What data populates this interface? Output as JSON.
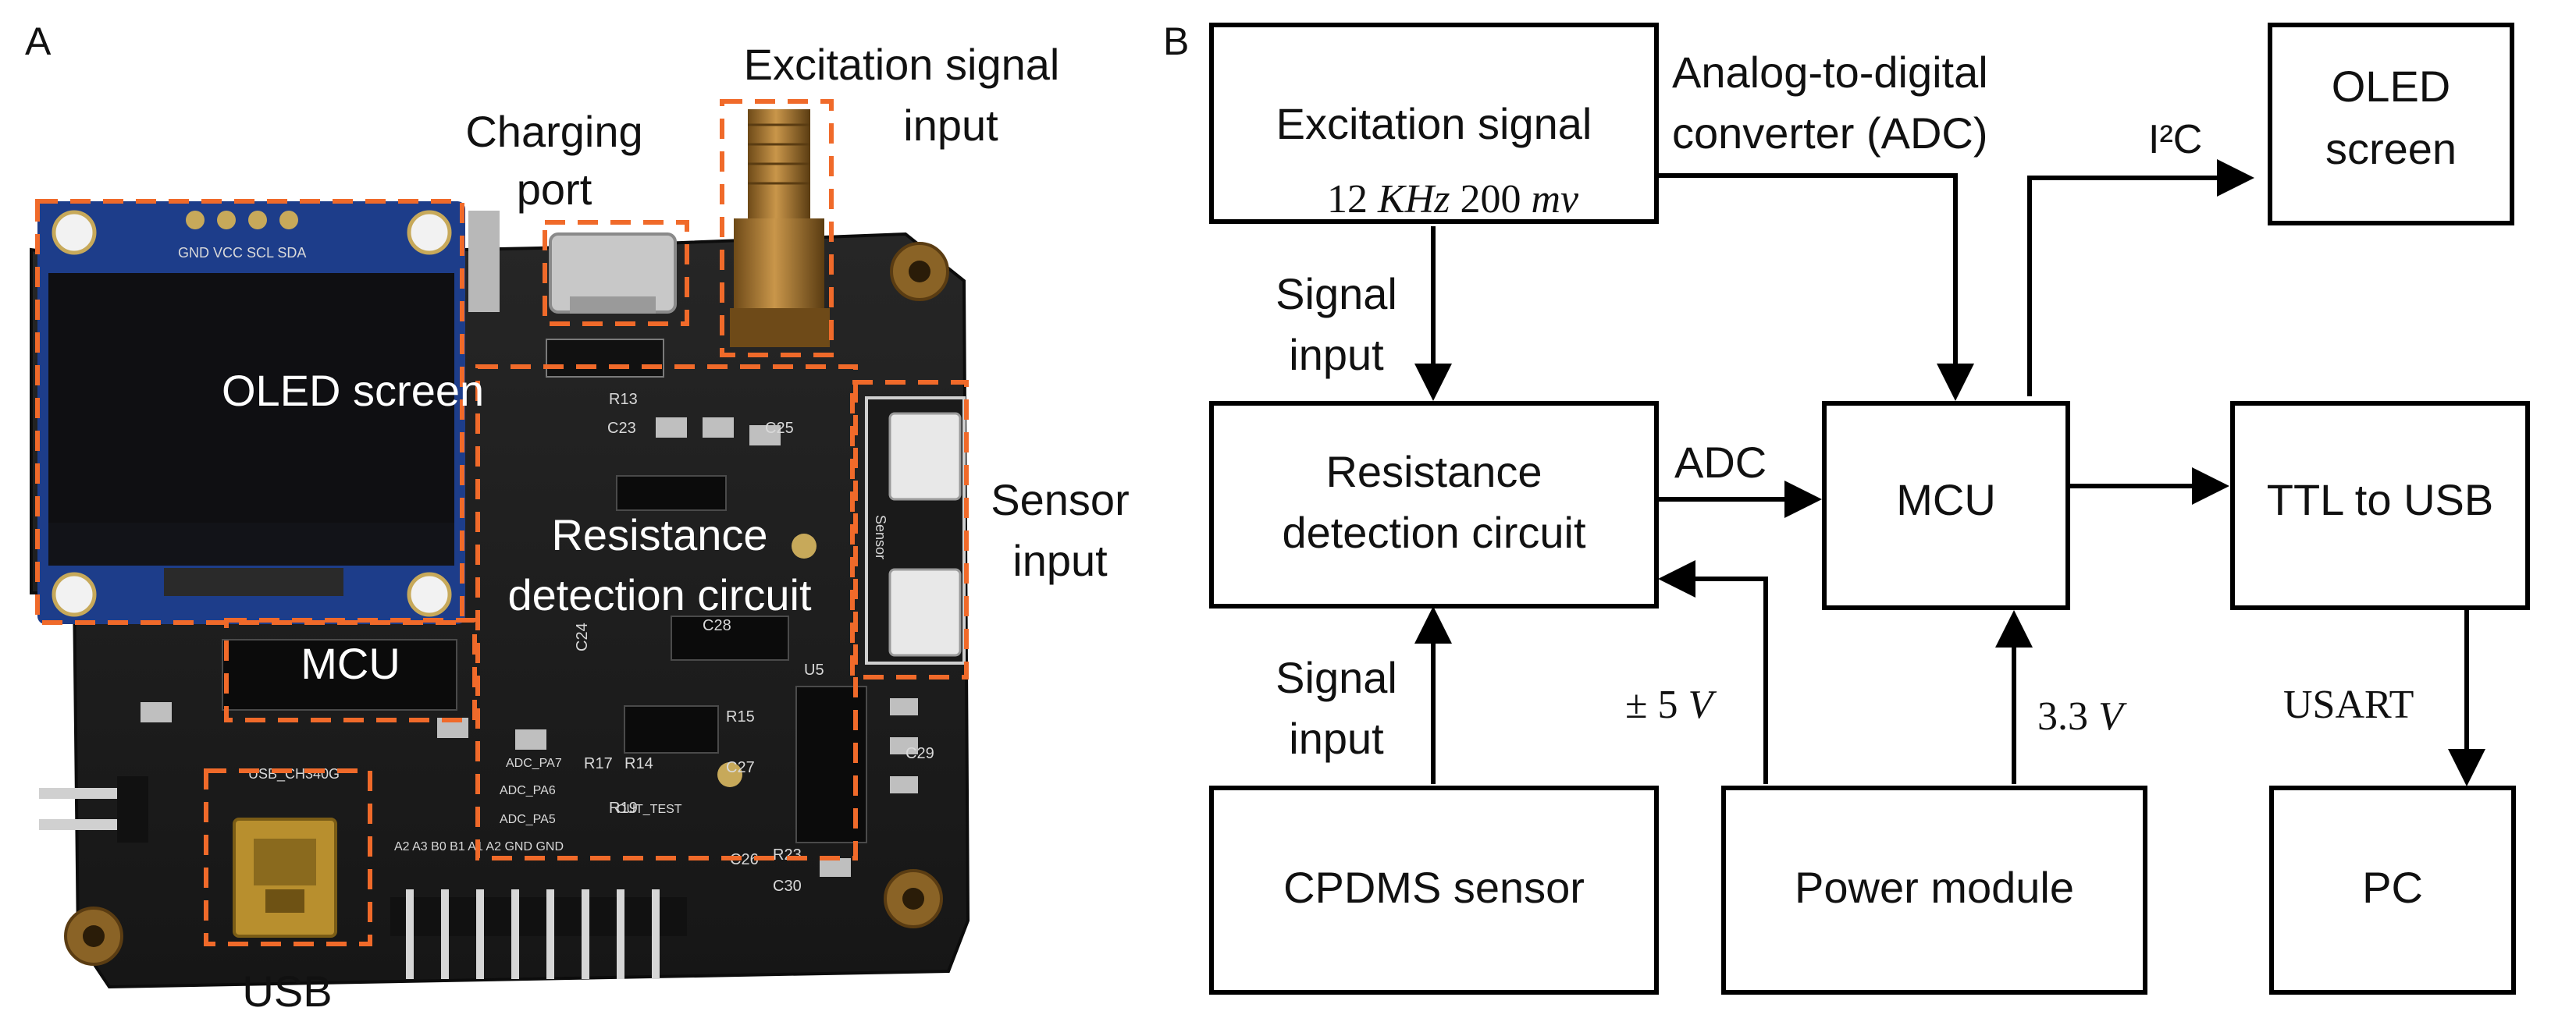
{
  "panel_a": {
    "label": "A",
    "callouts": {
      "oled": "OLED screen",
      "charging_1": "Charging",
      "charging_2": "port",
      "excitation_1": "Excitation signal",
      "excitation_2": "input",
      "resistance_1": "Resistance",
      "resistance_2": "detection circuit",
      "sensor_1": "Sensor",
      "sensor_2": "input",
      "mcu": "MCU",
      "usb": "USB"
    },
    "silkscreen": {
      "oled_pins": "GND VCC SCL SDA",
      "usb_chip": "USB_CH340G",
      "r13": "R13",
      "c23": "C23",
      "c25": "C25",
      "c28": "C28",
      "c24": "C24",
      "r15": "R15",
      "c27": "C27",
      "r17": "R17",
      "r14": "R14",
      "r19": "R19",
      "u5": "U5",
      "c29": "C29",
      "c26": "C26",
      "r23": "R23",
      "c30": "C30",
      "adc_pa7": "ADC_PA7",
      "adc_pa6": "ADC_PA6",
      "adc_pa5": "ADC_PA5",
      "out_test": "OUT_TEST",
      "sensor_label": "Sensor",
      "header_pins": "A2 A3 B0 B1 A1 A2 GND GND"
    },
    "colors": {
      "callout_border": "#f06a2a",
      "board": "#1d1d1d",
      "screen": "#0f0f12",
      "screen_frame": "#1d3d8a",
      "brass": "#a8782e",
      "silkscreen": "#d9d9d9"
    }
  },
  "panel_b": {
    "label": "B",
    "blocks": {
      "excitation": "Excitation signal",
      "resistance_1": "Resistance",
      "resistance_2": "detection circuit",
      "mcu": "MCU",
      "oled_1": "OLED",
      "oled_2": "screen",
      "ttl": "TTL to USB",
      "cpdms": "CPDMS sensor",
      "power": "Power module",
      "pc": "PC"
    },
    "labels": {
      "freq_value": "12",
      "freq_unit": "KHz",
      "amp_value": "200",
      "amp_unit": "mv",
      "adc_conv_1": "Analog-to-digital",
      "adc_conv_2": "converter (ADC)",
      "i2c": "I²C",
      "signal_input_top_1": "Signal",
      "signal_input_top_2": "input",
      "adc": "ADC",
      "signal_input_bottom_1": "Signal",
      "signal_input_bottom_2": "input",
      "pm5v_prefix": "± 5",
      "pm5v_unit": "V",
      "v33_value": "3.3",
      "v33_unit": "V",
      "usart": "USART"
    }
  }
}
